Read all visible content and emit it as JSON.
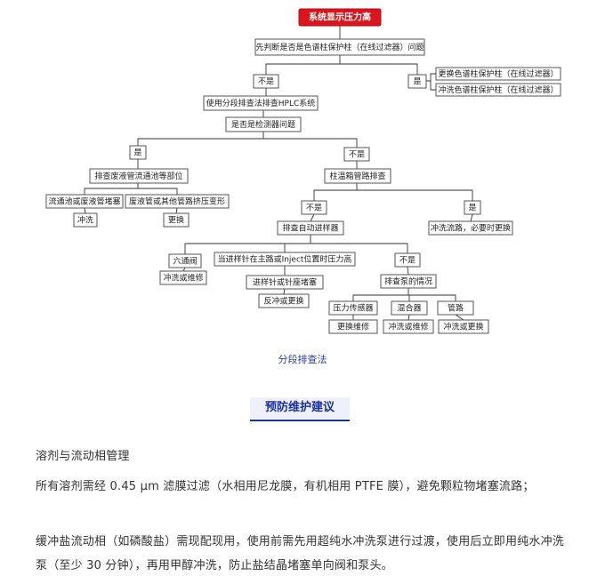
{
  "flowchart": {
    "root": "系统显示压力高",
    "nodes": {
      "q_guard": "先判断是否是色谱柱保护柱（在线过滤器）问题",
      "no_1": "不是",
      "yes_1": "是",
      "replace_guard": "更换色谱柱保护柱（在线过滤器）",
      "flush_guard": "冲洗色谱柱保护柱（在线过滤器）",
      "segment_check": "使用分段排查法排查HPLC系统",
      "q_detector": "是否是检测器问题",
      "yes_2": "是",
      "no_2": "不是",
      "check_waste": "排查废液管流通池等部位",
      "cell_block": "流通池或废液管堵塞",
      "waste_bend": "废液管或其他管路挤压变形",
      "flush_cell": "冲洗",
      "replace_tube": "更换",
      "check_column_oven": "柱温箱管路排查",
      "no_3": "不是",
      "yes_3": "是",
      "flush_path": "冲洗流路，必要时更换",
      "check_autosampler": "排查自动进样器",
      "six_valve": "六通阀",
      "needle_pressure": "当进样针在主路或Inject位置时压力高",
      "no_4": "不是",
      "flush_repair": "冲洗或维修",
      "needle_block": "进样针或针座堵塞",
      "back_flush_replace": "反冲或更换",
      "check_pump": "排查泵的情况",
      "pressure_sensor": "压力传感器",
      "mixer": "混合器",
      "pipeline": "管路",
      "replace_repair": "更换维修",
      "flush_repair_2": "冲洗或维修",
      "flush_replace": "冲洗或更换"
    },
    "caption": "分段排查法"
  },
  "section": {
    "title": "预防维护建议",
    "subheading": "溶剂与流动相管理",
    "para1": "所有溶剂需经 0.45 μm 滤膜过滤（水相用尼龙膜，有机相用 PTFE 膜），避免颗粒物堵塞流路；",
    "para2": "缓冲盐流动相（如磷酸盐）需现配现用，使用前需先用超纯水冲洗泵进行过渡，使用后立即用纯水冲洗泵（至少 30 分钟），再用甲醇冲洗，防止盐结晶堵塞单向阀和泵头。"
  },
  "colors": {
    "root_fill": "#d9161e",
    "caption": "#2a3fa8",
    "title": "#1a2fa0"
  }
}
